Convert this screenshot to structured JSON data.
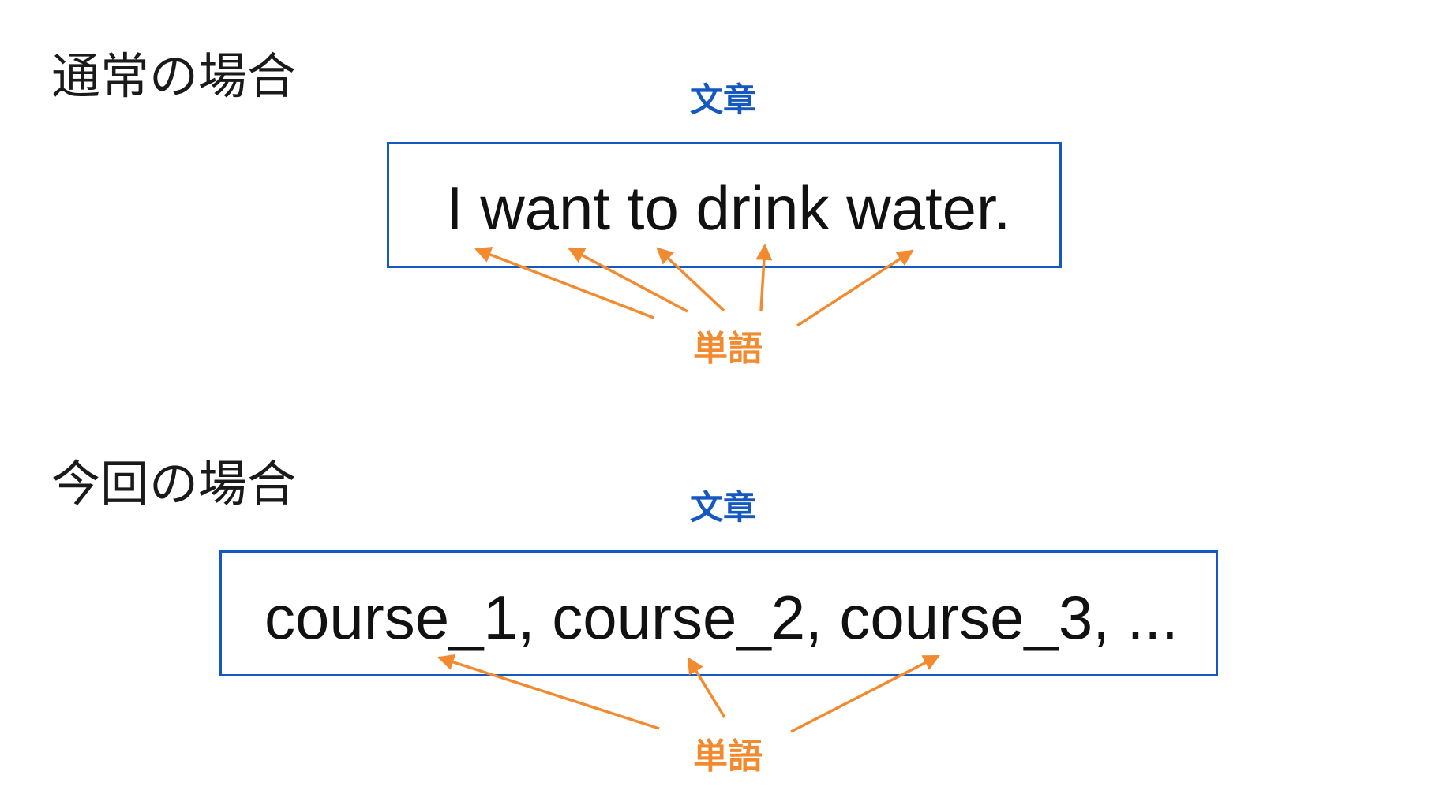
{
  "sections": [
    {
      "heading": "通常の場合",
      "sentence_label": "文章",
      "sentence": "I want to drink water.",
      "word_label": "単語"
    },
    {
      "heading": "今回の場合",
      "sentence_label": "文章",
      "sentence": "course_1, course_2, course_3, ...",
      "word_label": "単語"
    }
  ],
  "colors": {
    "box_border": "#1558c0",
    "sentence_label": "#1558c0",
    "word_label": "#f28a30",
    "arrow": "#f28a30"
  }
}
